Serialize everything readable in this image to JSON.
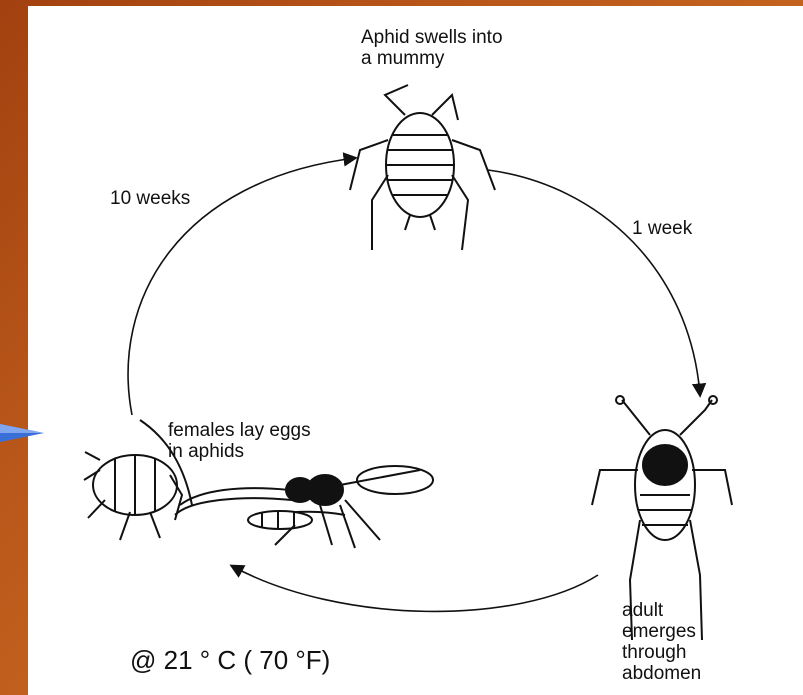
{
  "diagram": {
    "labels": {
      "mummy": "Aphid swells into\na mummy",
      "one_week": "1 week",
      "ten_weeks": "10 weeks",
      "females": "females lay eggs\nin aphids",
      "adult": "adult\nemerges\nthrough\nabdomen",
      "temperature": "@ 21 ° C ( 70 °F)"
    },
    "colors": {
      "background": "#b8561a",
      "panel": "#ffffff",
      "ink": "#111111",
      "bullet": "#3a6fd8"
    },
    "icons": [
      "aphid-mummy-icon",
      "aphid-emerging-wasp-icon",
      "wasp-laying-eggs-icon",
      "aphid-host-icon",
      "bullet-arrow-icon"
    ]
  }
}
